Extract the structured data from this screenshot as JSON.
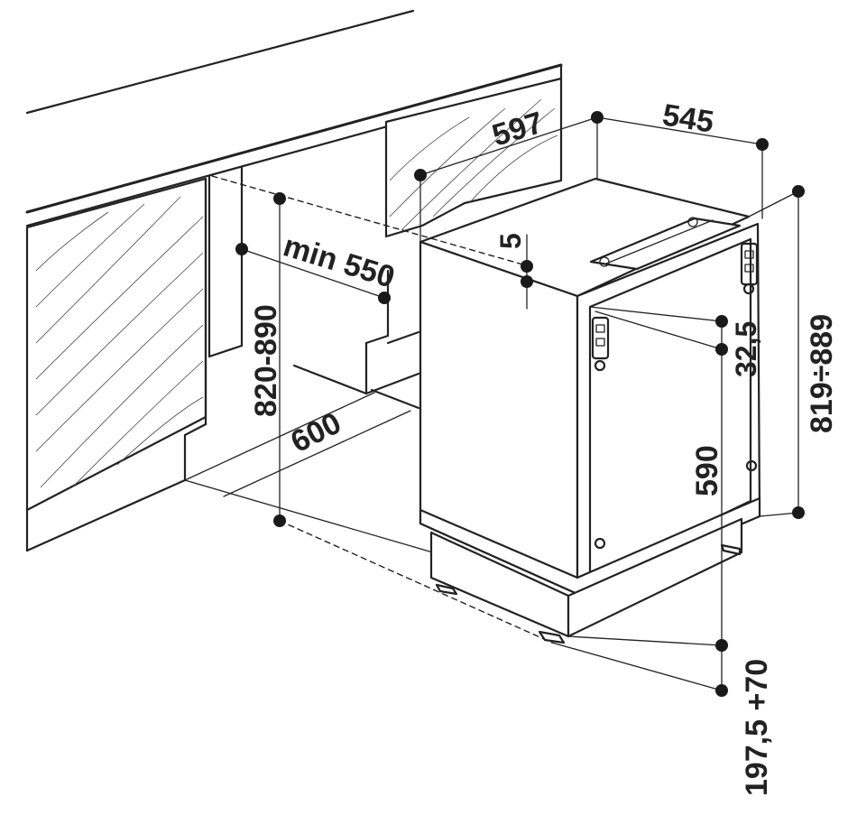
{
  "dimensions": {
    "width_597": "597",
    "depth_545": "545",
    "height_range_819_889": "819÷889",
    "gap_5": "5",
    "niche_depth_min_550": "min 550",
    "niche_height_820_890": "820-890",
    "niche_depth_600": "600",
    "door_gap_32_5": "32,5",
    "door_height_590": "590",
    "plinth_197_5_70": "197,5 +70"
  },
  "colors": {
    "line": "#222222",
    "background": "#ffffff"
  }
}
